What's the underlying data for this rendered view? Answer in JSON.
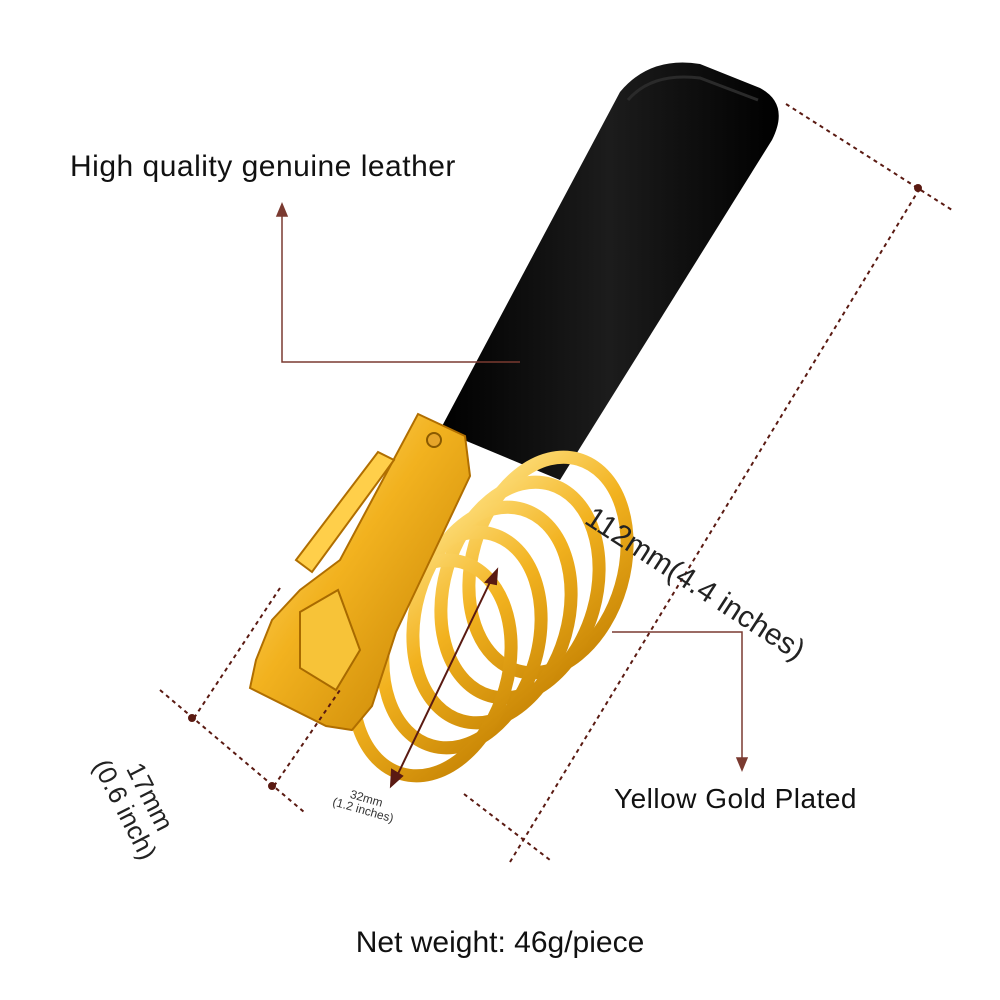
{
  "callouts": {
    "leather": "High quality genuine leather",
    "plating": "Yellow Gold Plated"
  },
  "dimensions": {
    "length": "112mm(4.4 inches)",
    "width_mm": "17mm",
    "width_in": "(0.6 inch)",
    "ring_mm": "32mm",
    "ring_in": "(1.2 inches)"
  },
  "footer": {
    "weight": "Net weight: 46g/piece"
  },
  "colors": {
    "leather": "#0b0b0b",
    "gold": "#f2b21f",
    "gold_light": "#ffe58a",
    "gold_dark": "#c07d00",
    "dimension_line": "#5a1a12",
    "callout_line": "#7a3a30"
  }
}
